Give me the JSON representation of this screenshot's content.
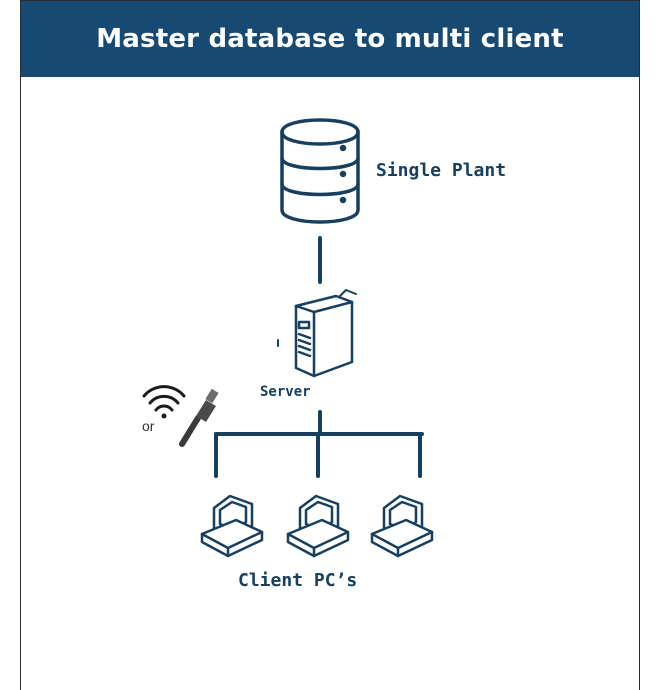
{
  "header": {
    "title": "Master database to multi client",
    "background": "#174a72"
  },
  "nodes": {
    "database_label": "Single Plant",
    "server_label": "Server",
    "clients_label": "Client PC’s",
    "connection_or": "or"
  },
  "icons": {
    "database": "database-icon",
    "server": "server-tower-icon",
    "wifi": "wifi-icon",
    "cable": "ethernet-cable-icon",
    "client": "desktop-computer-icon"
  },
  "colors": {
    "stroke": "#173f60",
    "text": "#173f60"
  }
}
